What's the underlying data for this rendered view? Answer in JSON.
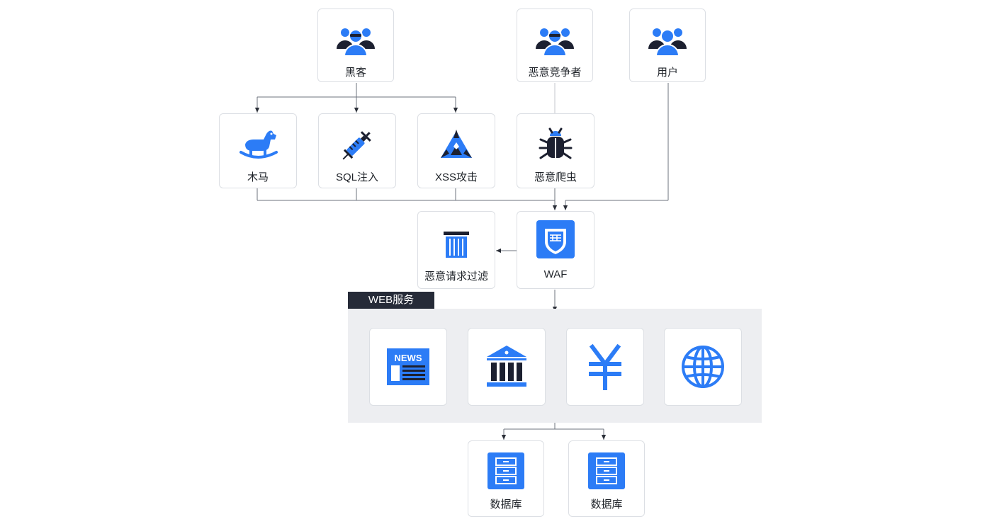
{
  "colors": {
    "accent": "#2c7cf6",
    "dark": "#1c2030",
    "border": "#dcdfe4",
    "line": "#6e737d",
    "panel": "#edeef1",
    "tag": "#262b38"
  },
  "nodes": {
    "hacker": {
      "label": "黑客",
      "icon": "hacker-group-icon"
    },
    "competitor": {
      "label": "恶意竞争者",
      "icon": "hacker-group-icon"
    },
    "user": {
      "label": "用户",
      "icon": "user-group-icon"
    },
    "trojan": {
      "label": "木马",
      "icon": "rocking-horse-icon"
    },
    "sql": {
      "label": "SQL注入",
      "icon": "syringe-icon"
    },
    "xss": {
      "label": "XSS攻击",
      "icon": "triangle-attack-icon"
    },
    "crawler": {
      "label": "恶意爬虫",
      "icon": "bug-icon"
    },
    "filter": {
      "label": "恶意请求过滤",
      "icon": "trash-icon"
    },
    "waf": {
      "label": "WAF",
      "icon": "shield-icon"
    },
    "db1": {
      "label": "数据库",
      "icon": "server-icon"
    },
    "db2": {
      "label": "数据库",
      "icon": "server-icon"
    }
  },
  "web_service": {
    "label": "WEB服务",
    "items": [
      {
        "icon": "newspaper-icon",
        "text": "NEWS"
      },
      {
        "icon": "bank-icon"
      },
      {
        "icon": "yuan-icon"
      },
      {
        "icon": "globe-icon"
      }
    ]
  }
}
